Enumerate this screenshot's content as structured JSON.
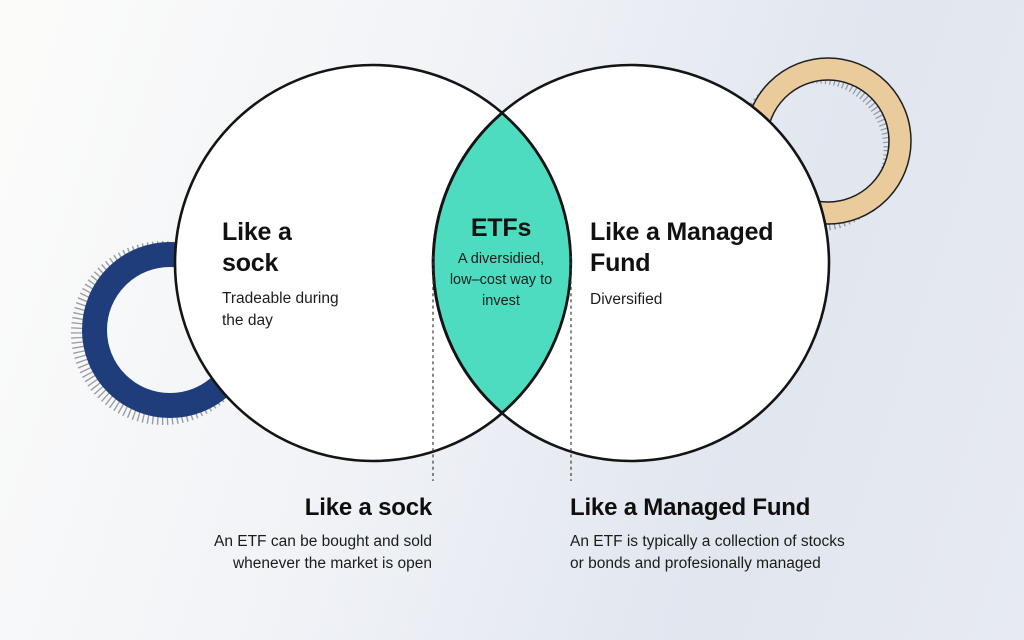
{
  "diagram": {
    "left_circle": {
      "title": "Like a\nsock",
      "subtitle": "Tradeable during\nthe day"
    },
    "intersection": {
      "title": "ETFs",
      "subtitle": "A diversidied,\nlow–cost way to\ninvest"
    },
    "right_circle": {
      "title": "Like a Managed\nFund",
      "subtitle": "Diversified"
    }
  },
  "footnotes": {
    "left": {
      "heading": "Like a sock",
      "body": "An ETF can be bought and sold\nwhenever the market is open"
    },
    "right": {
      "heading": "Like a Managed Fund",
      "body": "An ETF is typically a collection of stocks\nor bonds and profesionally managed"
    }
  },
  "colors": {
    "teal_intersection": "#4DDCC0",
    "navy_ring": "#1E3D7A",
    "tan_ring": "#EACB9C",
    "circle_stroke": "#141414",
    "hatch": "#80858E",
    "dashed_line": "#3A3A3A"
  }
}
